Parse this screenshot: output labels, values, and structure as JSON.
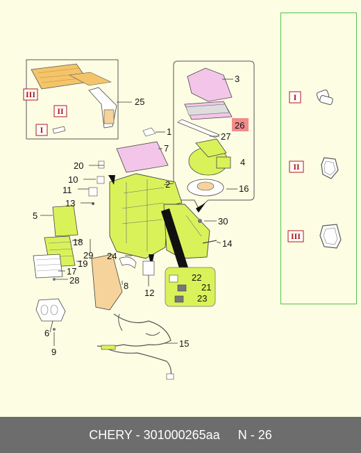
{
  "callouts": {
    "c1": "1",
    "c2": "2",
    "c3": "3",
    "c4": "4",
    "c5": "5",
    "c6": "6",
    "c7": "7",
    "c8": "8",
    "c9": "9",
    "c10": "10",
    "c11": "11",
    "c12": "12",
    "c13": "13",
    "c14": "14",
    "c15": "15",
    "c16": "16",
    "c17": "17",
    "c18": "18",
    "c19": "19",
    "c20": "20",
    "c21": "21",
    "c22": "22",
    "c23": "23",
    "c24": "24",
    "c25": "25",
    "c26": "26",
    "c27": "27",
    "c28": "28",
    "c29": "29",
    "c30": "30"
  },
  "roman": {
    "I": "I",
    "II": "II",
    "III": "III"
  },
  "legend": {
    "I": "I",
    "II": "II",
    "III": "III"
  },
  "highlight_color": "#d9f25a",
  "selected_part_color": "#f28b8b",
  "footer": {
    "brand_part": "CHERY - 301000265aa",
    "page": "N - 26"
  }
}
